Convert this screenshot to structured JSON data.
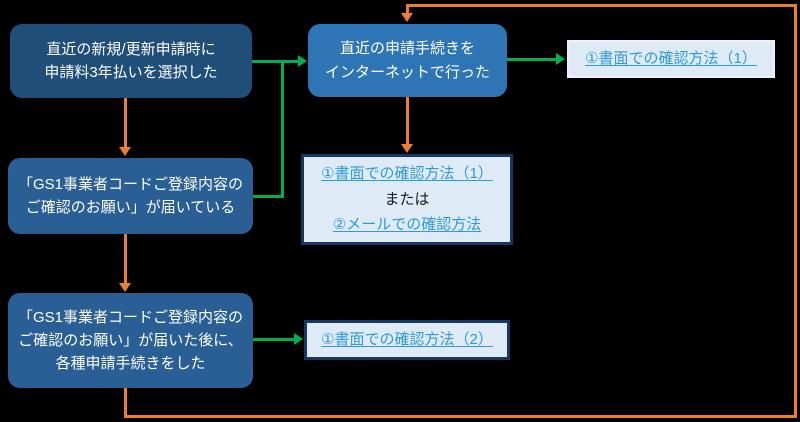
{
  "colors": {
    "background": "#000000",
    "node_dark_navy": "#1F4E79",
    "node_steel_blue": "#2A5F96",
    "node_bright_blue": "#2E75B6",
    "light_box_fill": "#DEEBF7",
    "light_box_border_dark": "#17375E",
    "light_box_border_light": "#EDF2F8",
    "link_blue": "#2E9BD6",
    "arrow_green": "#00B050",
    "arrow_orange": "#ED7D31",
    "node_text": "#FFFFFF",
    "or_text": "#1A1A1A"
  },
  "nodes": {
    "pay3year": {
      "lines": [
        "直近の新規/更新申請時に",
        "申請料3年払いを選択した"
      ]
    },
    "internet": {
      "lines": [
        "直近の申請手続きを",
        "インターネットで行った"
      ]
    },
    "paper1_top": {
      "link": "①書面での確認方法（1）"
    },
    "notice_received": {
      "lines": [
        "「GS1事業者コードご登録内容の",
        "ご確認のお願い」が届いている"
      ]
    },
    "mid_links": {
      "link1": "①書面での確認方法（1）",
      "or": "または",
      "link2": "②メールでの確認方法"
    },
    "applied_after": {
      "lines": [
        "「GS1事業者コードご登録内容の",
        "ご確認のお願い」が届いた後に、",
        "各種申請手続きをした"
      ]
    },
    "paper2": {
      "link": "①書面での確認方法（2）"
    }
  },
  "edges": [
    {
      "from": "pay3year",
      "to": "internet",
      "color": "green"
    },
    {
      "from": "notice_received",
      "to": "internet",
      "color": "green",
      "via": "merge-junction"
    },
    {
      "from": "internet",
      "to": "paper1_top",
      "color": "green"
    },
    {
      "from": "applied_after",
      "to": "paper2",
      "color": "green"
    },
    {
      "from": "pay3year",
      "to": "notice_received",
      "color": "orange"
    },
    {
      "from": "notice_received",
      "to": "applied_after",
      "color": "orange"
    },
    {
      "from": "internet",
      "to": "mid_links",
      "color": "orange"
    },
    {
      "from": "applied_after",
      "to": "internet",
      "color": "orange",
      "via": "bottom-right-top-loop"
    }
  ]
}
